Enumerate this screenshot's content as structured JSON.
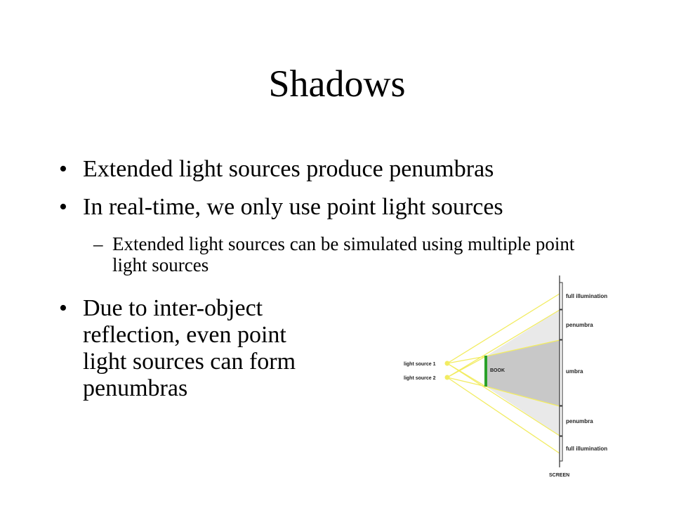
{
  "slide": {
    "title": "Shadows",
    "bullets": [
      "Extended light sources produce penumbras",
      "In real-time, we only use point light sources"
    ],
    "sub_bullet": "Extended light sources can be simulated using multiple point light sources",
    "bullet3_lines": [
      "Due to inter-object",
      "reflection, even point",
      "light sources can form",
      "penumbras"
    ]
  },
  "diagram": {
    "light_source_1": "light source 1",
    "light_source_2": "light source 2",
    "object_label": "BOOK",
    "screen_label": "SCREEN",
    "regions": [
      "full illumination",
      "penumbra",
      "umbra",
      "penumbra",
      "full illumination"
    ],
    "colors": {
      "rays": "#f2ec62",
      "umbra": "#c8c8c8",
      "penumbra": "#e9e9e9",
      "book": "#2aa12a",
      "screen": "#555555"
    }
  }
}
